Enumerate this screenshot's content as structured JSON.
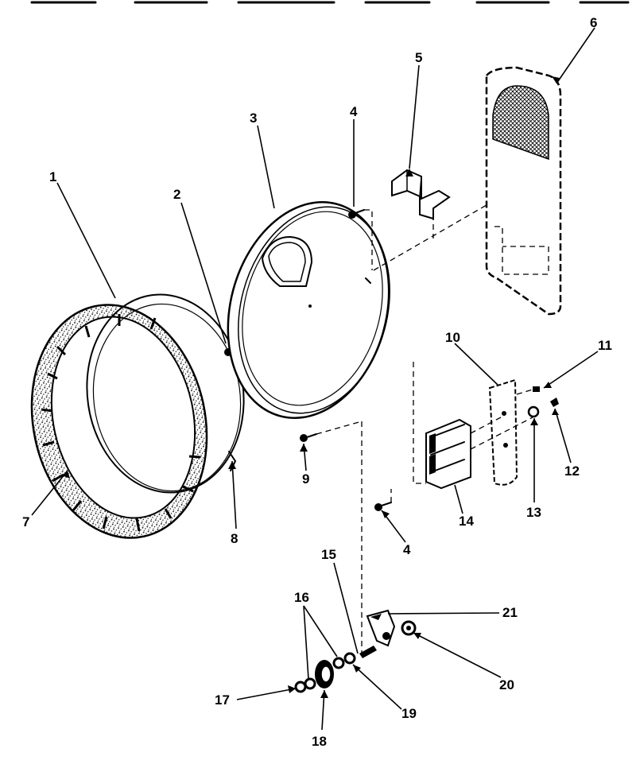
{
  "diagram": {
    "callouts": [
      {
        "id": "c1",
        "label": "1"
      },
      {
        "id": "c2",
        "label": "2"
      },
      {
        "id": "c3",
        "label": "3"
      },
      {
        "id": "c4a",
        "label": "4"
      },
      {
        "id": "c4b",
        "label": "4"
      },
      {
        "id": "c5",
        "label": "5"
      },
      {
        "id": "c6",
        "label": "6"
      },
      {
        "id": "c7",
        "label": "7"
      },
      {
        "id": "c8",
        "label": "8"
      },
      {
        "id": "c9",
        "label": "9"
      },
      {
        "id": "c10",
        "label": "10"
      },
      {
        "id": "c11",
        "label": "11"
      },
      {
        "id": "c12",
        "label": "12"
      },
      {
        "id": "c13",
        "label": "13"
      },
      {
        "id": "c14",
        "label": "14"
      },
      {
        "id": "c15",
        "label": "15"
      },
      {
        "id": "c16",
        "label": "16"
      },
      {
        "id": "c17",
        "label": "17"
      },
      {
        "id": "c18",
        "label": "18"
      },
      {
        "id": "c19",
        "label": "19"
      },
      {
        "id": "c20",
        "label": "20"
      },
      {
        "id": "c21",
        "label": "21"
      }
    ]
  }
}
